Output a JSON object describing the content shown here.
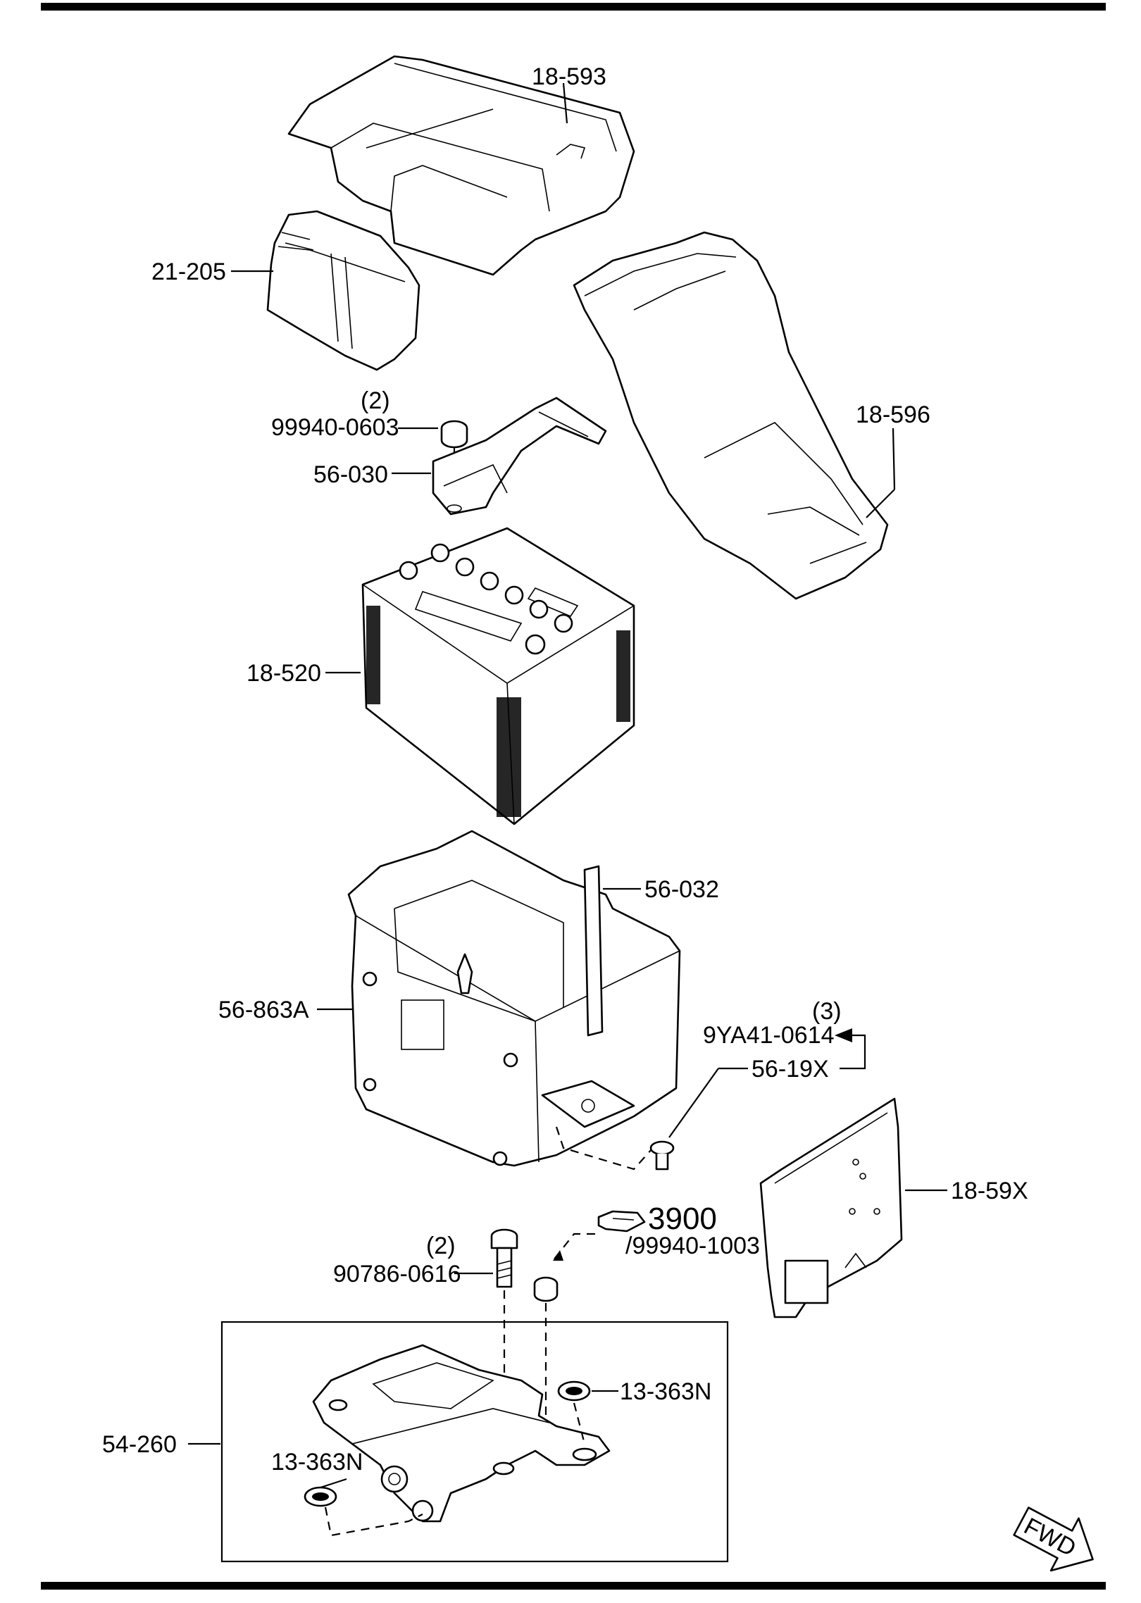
{
  "labels": {
    "cover_top": "18-593",
    "cover_terminal": "21-205",
    "duct": "18-596",
    "nut_qty": "(2)",
    "nut": "99940-0603",
    "clamp": "56-030",
    "battery": "18-520",
    "tray_bracket": "56-032",
    "tray": "56-863A",
    "bolt_qty": "(3)",
    "bolt": "9YA41-0614",
    "bolt_set": "56-19X",
    "side_cover": "18-59X",
    "ref_group": "3900",
    "ref_part": "/99940-1003",
    "carrier_bolt_qty": "(2)",
    "carrier_bolt": "90786-0616",
    "carrier": "54-260",
    "grommet_right": "13-363N",
    "grommet_left": "13-363N",
    "fwd": "FWD"
  }
}
